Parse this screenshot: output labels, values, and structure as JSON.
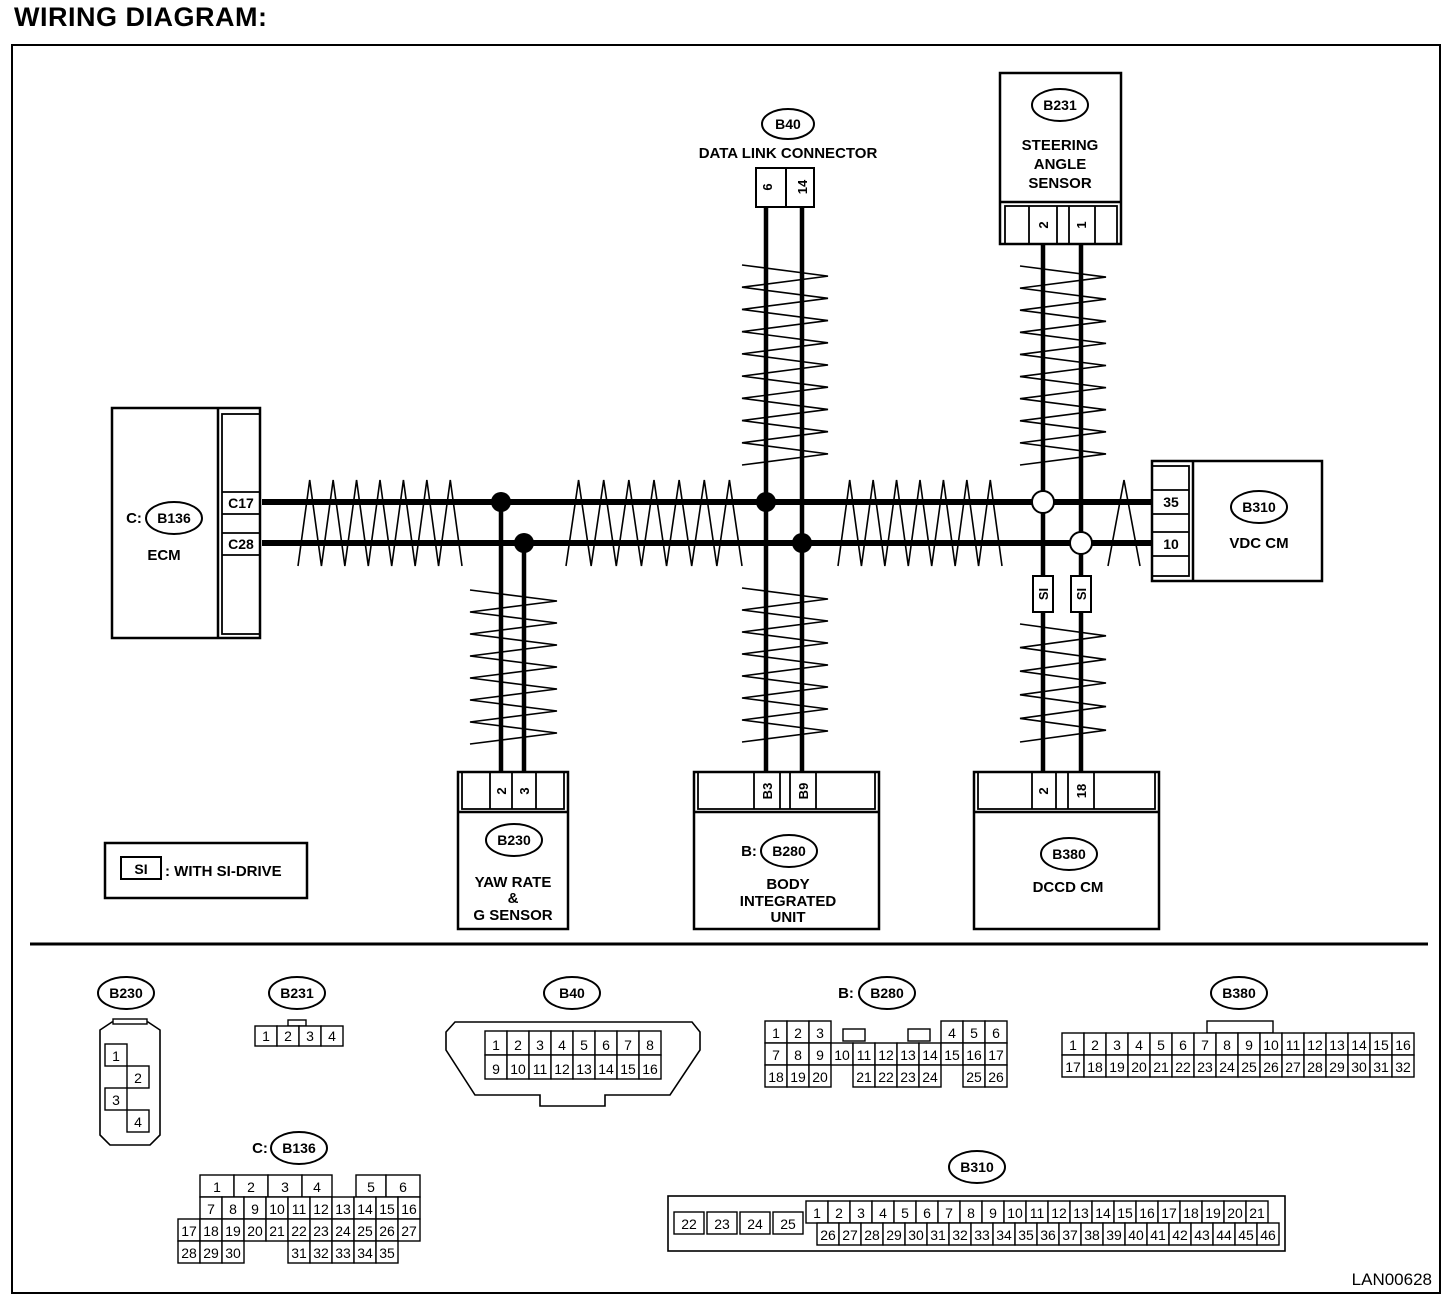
{
  "title": "WIRING DIAGRAM:",
  "legend": {
    "code": "SI",
    "text": ": WITH SI-DRIVE"
  },
  "figure_id": "LAN00628",
  "modules": {
    "b40": {
      "connector": "B40",
      "prefix": "",
      "name_lines": [
        "DATA LINK CONNECTOR"
      ],
      "pins": [
        "6",
        "14"
      ]
    },
    "b231": {
      "connector": "B231",
      "prefix": "",
      "name_lines": [
        "STEERING",
        "ANGLE",
        "SENSOR"
      ],
      "pins": [
        "2",
        "1"
      ]
    },
    "ecm": {
      "connector": "B136",
      "prefix": "C:",
      "name_lines": [
        "ECM"
      ],
      "pins": [
        "C17",
        "C28"
      ]
    },
    "b310": {
      "connector": "B310",
      "prefix": "",
      "name_lines": [
        "VDC CM"
      ],
      "pins": [
        "35",
        "10"
      ]
    },
    "b230": {
      "connector": "B230",
      "prefix": "",
      "name_lines": [
        "YAW RATE",
        "&",
        "G SENSOR"
      ],
      "pins": [
        "2",
        "3"
      ]
    },
    "b280": {
      "connector": "B280",
      "prefix": "B:",
      "name_lines": [
        "BODY",
        "INTEGRATED",
        "UNIT"
      ],
      "pins": [
        "B3",
        "B9"
      ]
    },
    "b380": {
      "connector": "B380",
      "prefix": "",
      "name_lines": [
        "DCCD CM"
      ],
      "pins": [
        "2",
        "18"
      ]
    }
  },
  "si_tags": [
    "SI",
    "SI"
  ],
  "connector_faces": [
    {
      "label": "B230",
      "prefix": "",
      "rows": [
        [
          "1",
          ""
        ],
        [
          "",
          "2"
        ],
        [
          "3",
          ""
        ],
        [
          "",
          "4"
        ]
      ]
    },
    {
      "label": "B231",
      "prefix": "",
      "rows": [
        [
          "1",
          "2",
          "3",
          "4"
        ]
      ]
    },
    {
      "label": "B40",
      "prefix": "",
      "rows": [
        [
          "1",
          "2",
          "3",
          "4",
          "5",
          "6",
          "7",
          "8"
        ],
        [
          "9",
          "10",
          "11",
          "12",
          "13",
          "14",
          "15",
          "16"
        ]
      ]
    },
    {
      "label": "B280",
      "prefix": "B:",
      "rows": [
        [
          "1",
          "2",
          "3",
          "",
          "",
          "",
          "",
          "",
          "4",
          "5",
          "6"
        ],
        [
          "7",
          "8",
          "9",
          "10",
          "11",
          "12",
          "13",
          "14",
          "15",
          "16",
          "17"
        ],
        [
          "18",
          "19",
          "20",
          "",
          "21",
          "22",
          "23",
          "24",
          "",
          "25",
          "26"
        ]
      ]
    },
    {
      "label": "B380",
      "prefix": "",
      "rows": [
        [
          "1",
          "2",
          "3",
          "4",
          "5",
          "6",
          "7",
          "8",
          "9",
          "10",
          "11",
          "12",
          "13",
          "14",
          "15",
          "16"
        ],
        [
          "17",
          "18",
          "19",
          "20",
          "21",
          "22",
          "23",
          "24",
          "25",
          "26",
          "27",
          "28",
          "29",
          "30",
          "31",
          "32"
        ]
      ]
    },
    {
      "label": "B136",
      "prefix": "C:",
      "rows": [
        [
          "",
          "1",
          "2",
          "3",
          "4",
          "",
          "5",
          "6"
        ],
        [
          "",
          "7",
          "8",
          "9",
          "10",
          "11",
          "12",
          "13",
          "14",
          "15",
          "16"
        ],
        [
          "17",
          "18",
          "19",
          "20",
          "21",
          "22",
          "23",
          "24",
          "25",
          "26",
          "27"
        ],
        [
          "28",
          "29",
          "30",
          "",
          "",
          "31",
          "32",
          "33",
          "34",
          "35"
        ]
      ]
    },
    {
      "label": "B310",
      "prefix": "",
      "side": [
        "22",
        "23",
        "24",
        "25"
      ],
      "rows": [
        [
          "1",
          "2",
          "3",
          "4",
          "5",
          "6",
          "7",
          "8",
          "9",
          "10",
          "11",
          "12",
          "13",
          "14",
          "15",
          "16",
          "17",
          "18",
          "19",
          "20",
          "21"
        ],
        [
          "26",
          "27",
          "28",
          "29",
          "30",
          "31",
          "32",
          "33",
          "34",
          "35",
          "36",
          "37",
          "38",
          "39",
          "40",
          "41",
          "42",
          "43",
          "44",
          "45",
          "46"
        ]
      ]
    }
  ]
}
